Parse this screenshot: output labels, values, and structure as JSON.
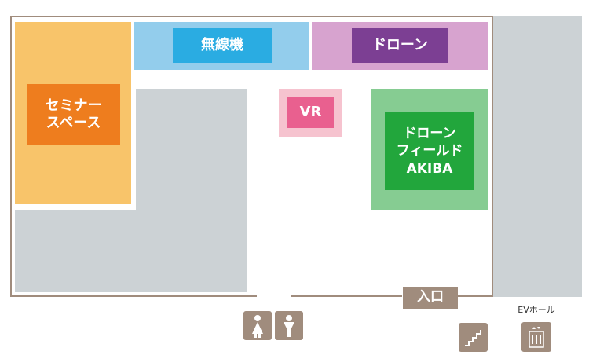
{
  "floor_map": {
    "rooms": {
      "seminar_space": "セミナー\nスペース",
      "wireless": "無線機",
      "drone": "ドローン",
      "vr": "VR",
      "drone_field": "ドローン\nフィールド\nAKIBA"
    },
    "entrance_label": "入口",
    "ev_hall_label": "EVホール"
  },
  "colors": {
    "wall": "#a08c7d",
    "seminar_bg": "#f8c46a",
    "seminar_label": "#ee7d1e",
    "wireless_bg": "#93cdec",
    "wireless_label": "#2aace2",
    "drone_bg": "#d7a3cf",
    "drone_label": "#7c3f93",
    "vr_bg": "#f6c3cf",
    "vr_label": "#e9608f",
    "field_bg": "#86cc92",
    "field_label": "#22a63c",
    "gray_block": "#ccd2d5"
  },
  "icons": [
    "restroom-female-icon",
    "restroom-male-icon",
    "stairs-icon",
    "elevator-icon"
  ]
}
